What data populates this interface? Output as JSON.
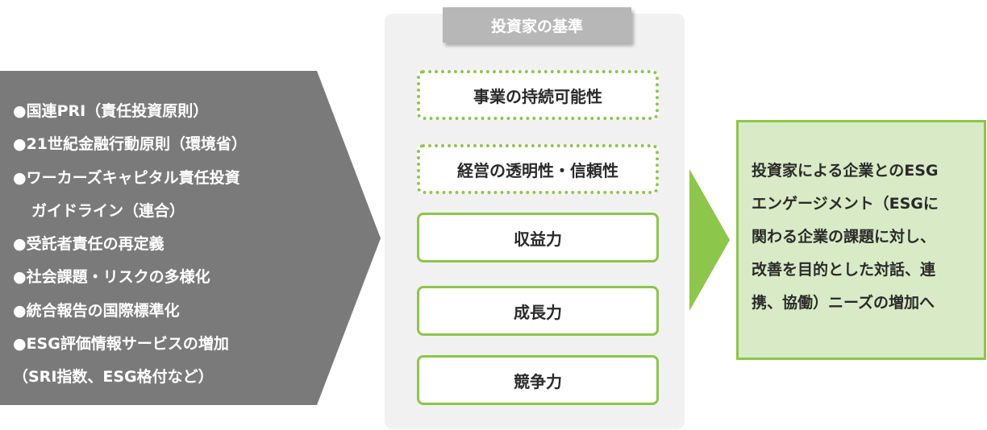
{
  "left_list": {
    "lines": [
      "●国連PRI（責任投資原則）",
      "●21世紀金融行動原則（環境省）",
      "●ワーカーズキャピタル責任投資",
      "ガイドライン（連合）",
      "●受託者責任の再定義",
      "●社会課題・リスクの多様化",
      "●統合報告の国際標準化",
      "●ESG評価情報サービスの増加",
      "（SRI指数、ESG格付など）"
    ]
  },
  "panel": {
    "title": "投資家の基準",
    "criteria": [
      "事業の持続可能性",
      "経営の透明性・信頼性",
      "収益力",
      "成長力",
      "競争力"
    ]
  },
  "result": {
    "lines": [
      "投資家による企業とのESG",
      "エンゲージメント（ESGに",
      "関わる企業の課題に対し、",
      "改善を目的とした対話、連",
      "携、協働）ニーズの増加へ"
    ]
  },
  "colors": {
    "left_fill": "#7a7a7a",
    "accent_green": "#8cc64a",
    "result_fill": "#d8ebc6",
    "panel_fill": "#f1f1f1"
  }
}
